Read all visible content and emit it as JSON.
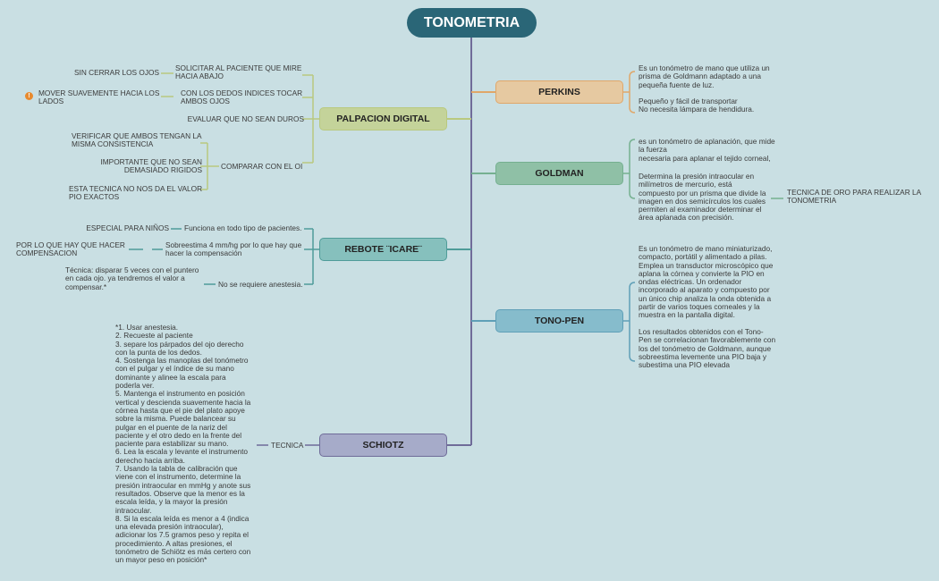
{
  "title": "TONOMETRIA",
  "colors": {
    "background": "#c9dfe3",
    "central": "#2a6677",
    "palpacion": "#c4d39a",
    "perkins": "#e6c9a1",
    "goldman": "#8fc0a6",
    "rebote": "#86c0bd",
    "tonopen": "#86bccc",
    "schiotz": "#a6abc9",
    "trunk": "#6f6c99"
  },
  "badge_icon": "info-badge-icon",
  "badge_text": "!",
  "palpacion": {
    "label": "PALPACION DIGITAL",
    "item1": "SOLICITAR AL PACIENTE QUE MIRE\nHACIA ABAJO",
    "item1_sub": "SIN CERRAR LOS OJOS",
    "item2": "CON LOS DEDOS INDICES TOCAR\nAMBOS OJOS",
    "item2_sub": "MOVER SUAVEMENTE HACIA LOS\nLADOS",
    "item3": "EVALUAR QUE NO SEAN DUROS",
    "item4": "COMPARAR CON EL OI",
    "item4_sub1": "VERIFICAR QUE AMBOS TENGAN LA\nMISMA CONSISTENCIA",
    "item4_sub2": "IMPORTANTE QUE NO SEAN\nDEMASIADO RIGIDOS",
    "item4_sub3": "ESTA TECNICA NO NOS DA EL VALOR\nPIO EXACTOS"
  },
  "rebote": {
    "label": "REBOTE ¨ICARE¨",
    "item1": "Funciona en todo tipo de pacientes.",
    "item1_sub": "ESPECIAL PARA NIÑOS",
    "item2": "Sobreestima 4 mm/hg por lo que hay que\nhacer la compensación",
    "item2_sub": "POR LO QUE HAY QUE HACER\nCOMPENSACION",
    "item3": "No se requiere anestesia.",
    "item3_sub": "Técnica: disparar 5 veces con el puntero\nen cada ojo.  ya tendremos el valor a\ncompensar.*"
  },
  "schiotz": {
    "label": "SCHIOTZ",
    "item1": "TECNICA",
    "item1_sub": "*1. Usar anestesia.\n2. Recueste al paciente\n3. separe los párpados del ojo derecho\ncon la punta de los dedos.\n4. Sostenga las manoplas del tonómetro\ncon el pulgar y el índice de su mano\ndominante y alinee la escala para\npoderla ver.\n5. Mantenga el instrumento en posición\nvertical y descienda suavemente hacia la\ncórnea hasta que el pie del plato apoye\nsobre la misma. Puede balancear su\npulgar en el puente de la nariz del\npaciente y el otro dedo en la frente del\npaciente para estabilizar su mano.\n6. Lea la escala y levante el instrumento\nderecho hacia arriba.\n7. Usando la tabla de calibración que\nviene con el instrumento, determine la\npresión intraocular en mmHg y anote sus\nresultados. Observe que la menor es la\nescala leída, y la mayor la presión\nintraocular.\n8. Si la escala leída es menor a 4 (indica\nuna elevada presión intraocular),\nadicionar los 7.5 gramos peso y repita el\nprocedimiento. A altas presiones, el\ntonómetro de Schiötz es más certero con\nun mayor peso en posición*"
  },
  "perkins": {
    "label": "PERKINS",
    "text": "Es un tonómetro de mano que utiliza un\nprisma de Goldmann adaptado a una\npequeña fuente de luz.\n\nPequeño y fácil de transportar\nNo necesita lámpara de hendidura."
  },
  "goldman": {
    "label": "GOLDMAN",
    "text1": "es un tonómetro de aplanación, que mide\nla fuerza\nnecesaria para aplanar el tejido corneal,",
    "text2": "Determina la presión intraocular en\nmilímetros de mercurio, está\ncompuesto por un prisma que divide la\nimagen en dos semicírculos los cuales\npermiten al examinador determinar el\nárea aplanada con precisión.",
    "text2_sub": "TECNICA DE ORO PARA REALIZAR LA\nTONOMETRIA"
  },
  "tonopen": {
    "label": "TONO-PEN",
    "text": "Es un tonómetro de mano miniaturizado,\ncompacto, portátil y alimentado a pilas.\nEmplea un transductor microscópico que\naplana la córnea y convierte la PIO en\nondas eléctricas. Un ordenador\nincorporado al aparato y compuesto por\nun único chip analiza la onda obtenida a\npartir de varios toques corneales y la\nmuestra en la pantalla digital.\n\nLos resultados obtenidos con el Tono-\nPen se correlacionan favorablemente con\nlos del tonómetro de Goldmann, aunque\nsobreestima levemente una PIO baja y\nsubestima una PIO elevada"
  }
}
